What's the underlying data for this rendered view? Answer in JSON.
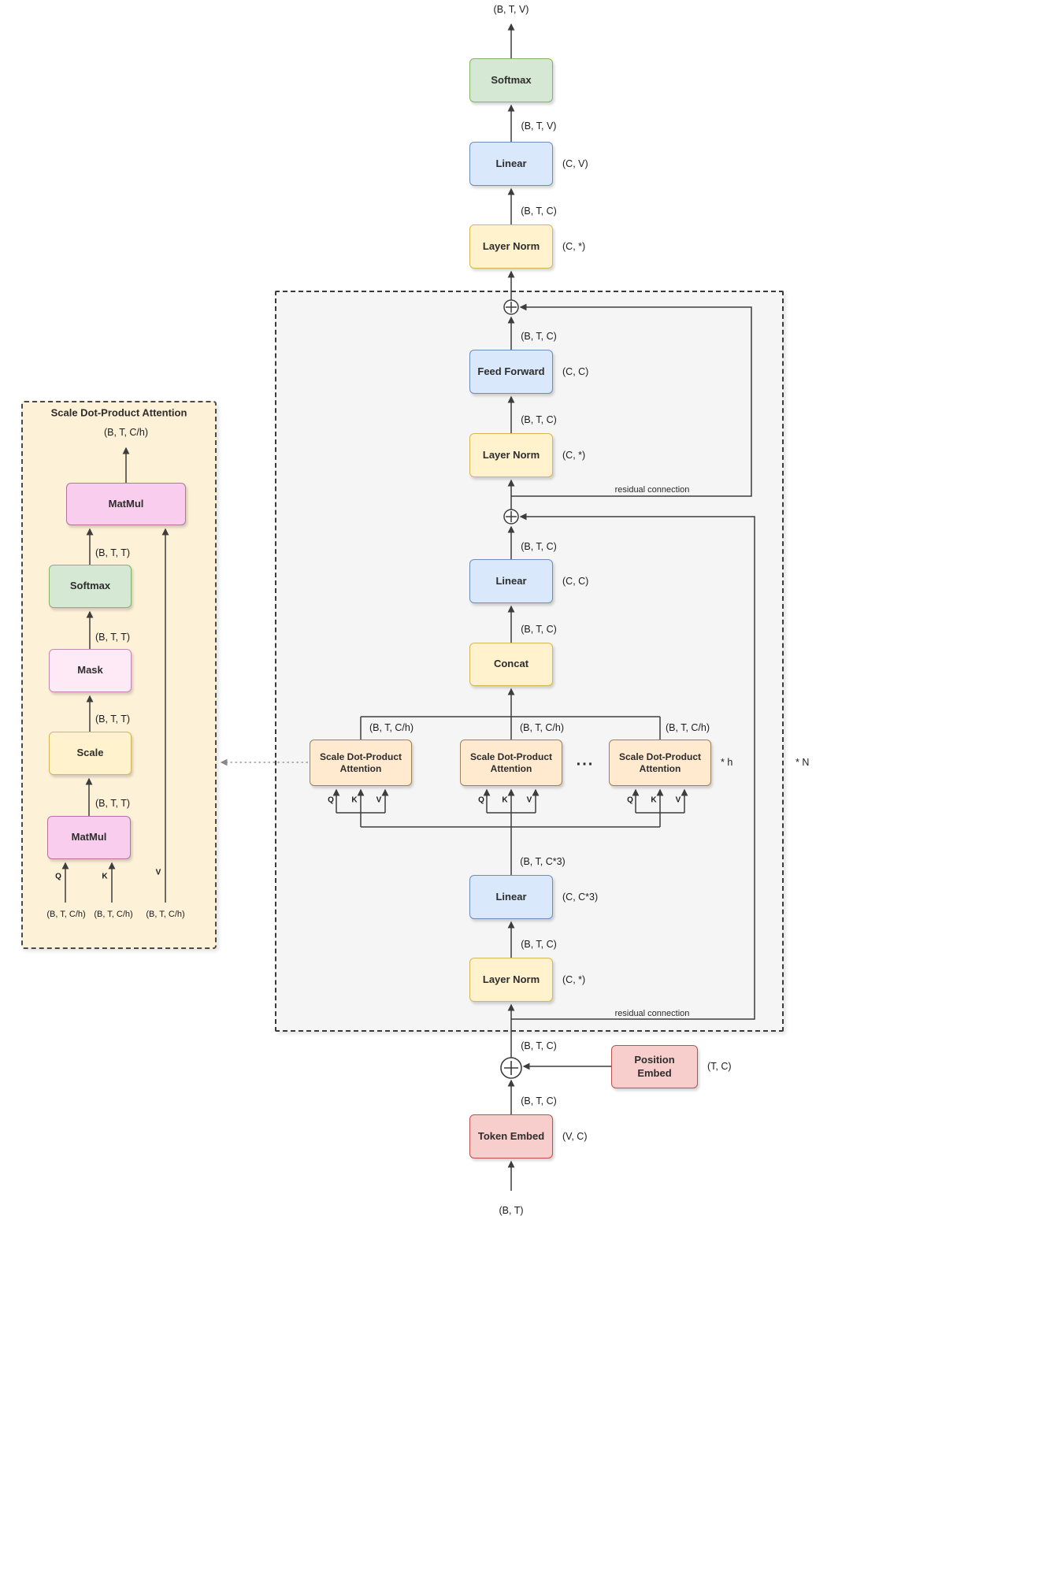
{
  "shapes": {
    "btv": "(B, T, V)",
    "btc": "(B, T, C)",
    "btc3": "(B, T, C*3)",
    "btch": "(B, T, C/h)",
    "btt": "(B, T, T)",
    "bt": "(B, T)"
  },
  "blocks": {
    "softmax": "Softmax",
    "linear": "Linear",
    "layer_norm": "Layer Norm",
    "feed_forward": "Feed Forward",
    "concat": "Concat",
    "attention_head": "Scale Dot-Product Attention",
    "token_embed": "Token Embed",
    "position_embed": "Position Embed",
    "matmul": "MatMul",
    "mask": "Mask",
    "scale": "Scale"
  },
  "params": {
    "c_v": "(C, V)",
    "c_star": "(C, *)",
    "c_c": "(C, C)",
    "c_c3": "(C, C*3)",
    "t_c": "(T, C)",
    "v_c": "(V, C)"
  },
  "annotations": {
    "residual": "residual connection",
    "times_h": "* h",
    "times_n": "* N",
    "ellipsis": "...",
    "q": "Q",
    "k": "K",
    "v": "V"
  },
  "detail_panel": {
    "title": "Scale Dot-Product Attention"
  },
  "colors": {
    "softmax_green": "#d5e8d4",
    "linear_blue": "#dae8fc",
    "norm_yellow": "#fff2cc",
    "embed_red": "#f8cecc",
    "attention_tan": "#ffe9cf",
    "matmul_pink": "#f9cdee",
    "mask_pink": "#fdeaf6",
    "panel_cream": "#fdf1d8",
    "block_gray": "#f5f5f5",
    "connector": "#3d3d3d"
  }
}
